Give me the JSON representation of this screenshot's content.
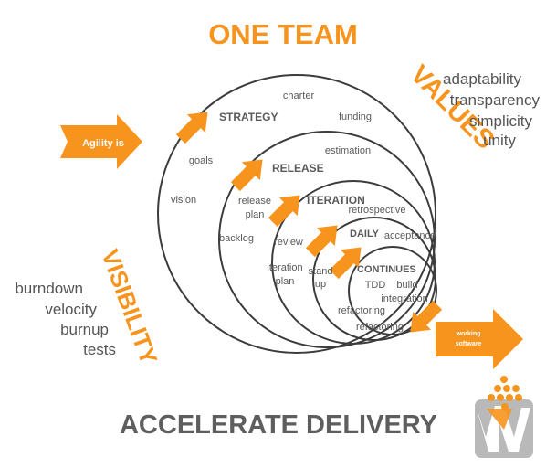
{
  "headline_top": "ONE TEAM",
  "headline_bottom": "ACCELERATE DELIVERY",
  "entry_arrow": "Agility is",
  "exit_arrow": [
    "working",
    "software"
  ],
  "values": {
    "heading": "VALUES",
    "items": [
      "adaptability",
      "transparency",
      "simplicity",
      "unity"
    ]
  },
  "visibility": {
    "heading": "VISIBILITY",
    "items": [
      "burndown",
      "velocity",
      "burnup",
      "tests"
    ]
  },
  "cycles": {
    "strategy": {
      "label": "STRATEGY",
      "items": [
        "charter",
        "funding",
        "goals",
        "vision"
      ]
    },
    "release": {
      "label": "RELEASE",
      "items": [
        "estimation",
        "release",
        "plan",
        "backlog"
      ]
    },
    "iteration": {
      "label": "ITERATION",
      "items": [
        "retrospective",
        "review",
        "iteration",
        "plan"
      ]
    },
    "daily": {
      "label": "DAILY",
      "items": [
        "acceptance",
        "stand",
        "up"
      ]
    },
    "continues": {
      "label": "CONTINUES",
      "items": [
        "TDD",
        "build",
        "integration",
        "refactoring",
        "refactoring"
      ]
    }
  },
  "colors": {
    "accent": "#F7941D",
    "accent_dark": "#E07B00",
    "text": "#5A5A5A",
    "ring": "#3C3C3C",
    "headline_gray": "#5E5E5E",
    "logo_gray": "#B9B9B9"
  }
}
